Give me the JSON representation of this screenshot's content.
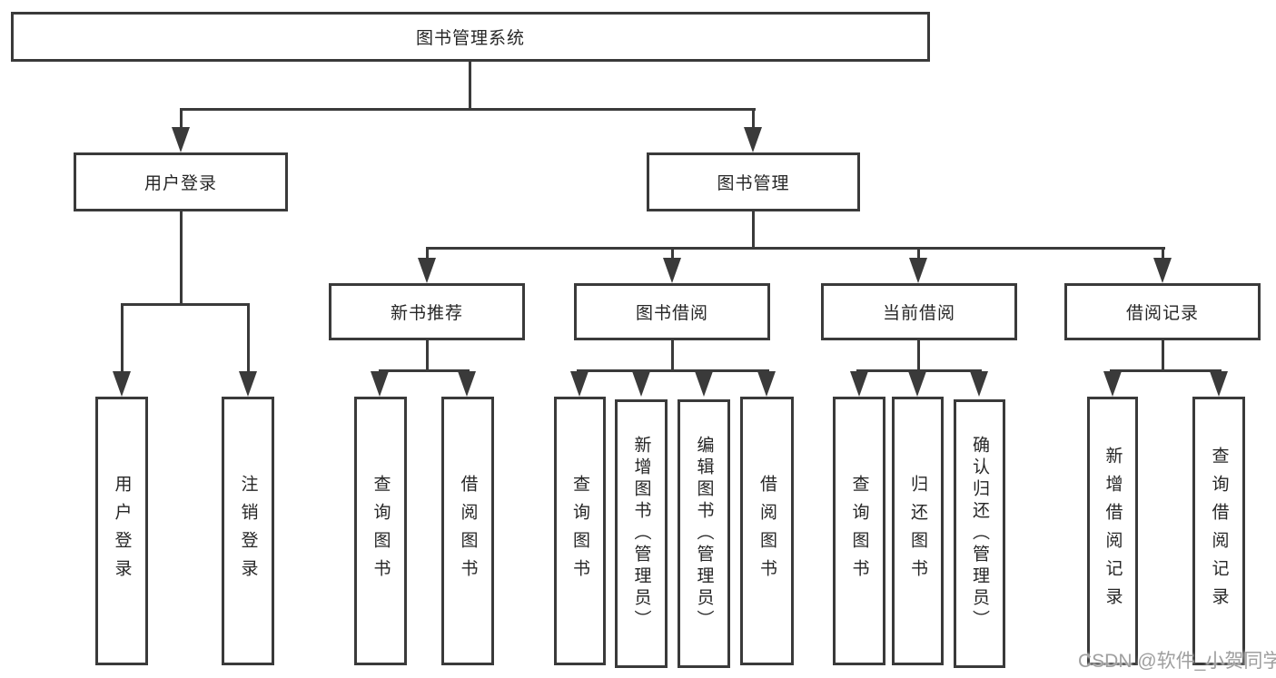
{
  "colors": {
    "line": "#3a3a3a",
    "text": "#262626",
    "watermark": "#9f9f9f",
    "background": "#ffffff"
  },
  "watermark": {
    "text": "CSDN @软件_小贺同学"
  },
  "tree": {
    "root": "图书管理系统",
    "children": [
      {
        "label": "用户登录",
        "children": [
          "用户登录",
          "注销登录"
        ]
      },
      {
        "label": "图书管理",
        "children": [
          {
            "label": "新书推荐",
            "children": [
              "查询图书",
              "借阅图书"
            ]
          },
          {
            "label": "图书借阅",
            "children": [
              "查询图书",
              "新增图书（管理员）",
              "编辑图书（管理员）",
              "借阅图书"
            ]
          },
          {
            "label": "当前借阅",
            "children": [
              "查询图书",
              "归还图书",
              "确认归还（管理员）"
            ]
          },
          {
            "label": "借阅记录",
            "children": [
              "新增借阅记录",
              "查询借阅记录"
            ]
          }
        ]
      }
    ]
  }
}
